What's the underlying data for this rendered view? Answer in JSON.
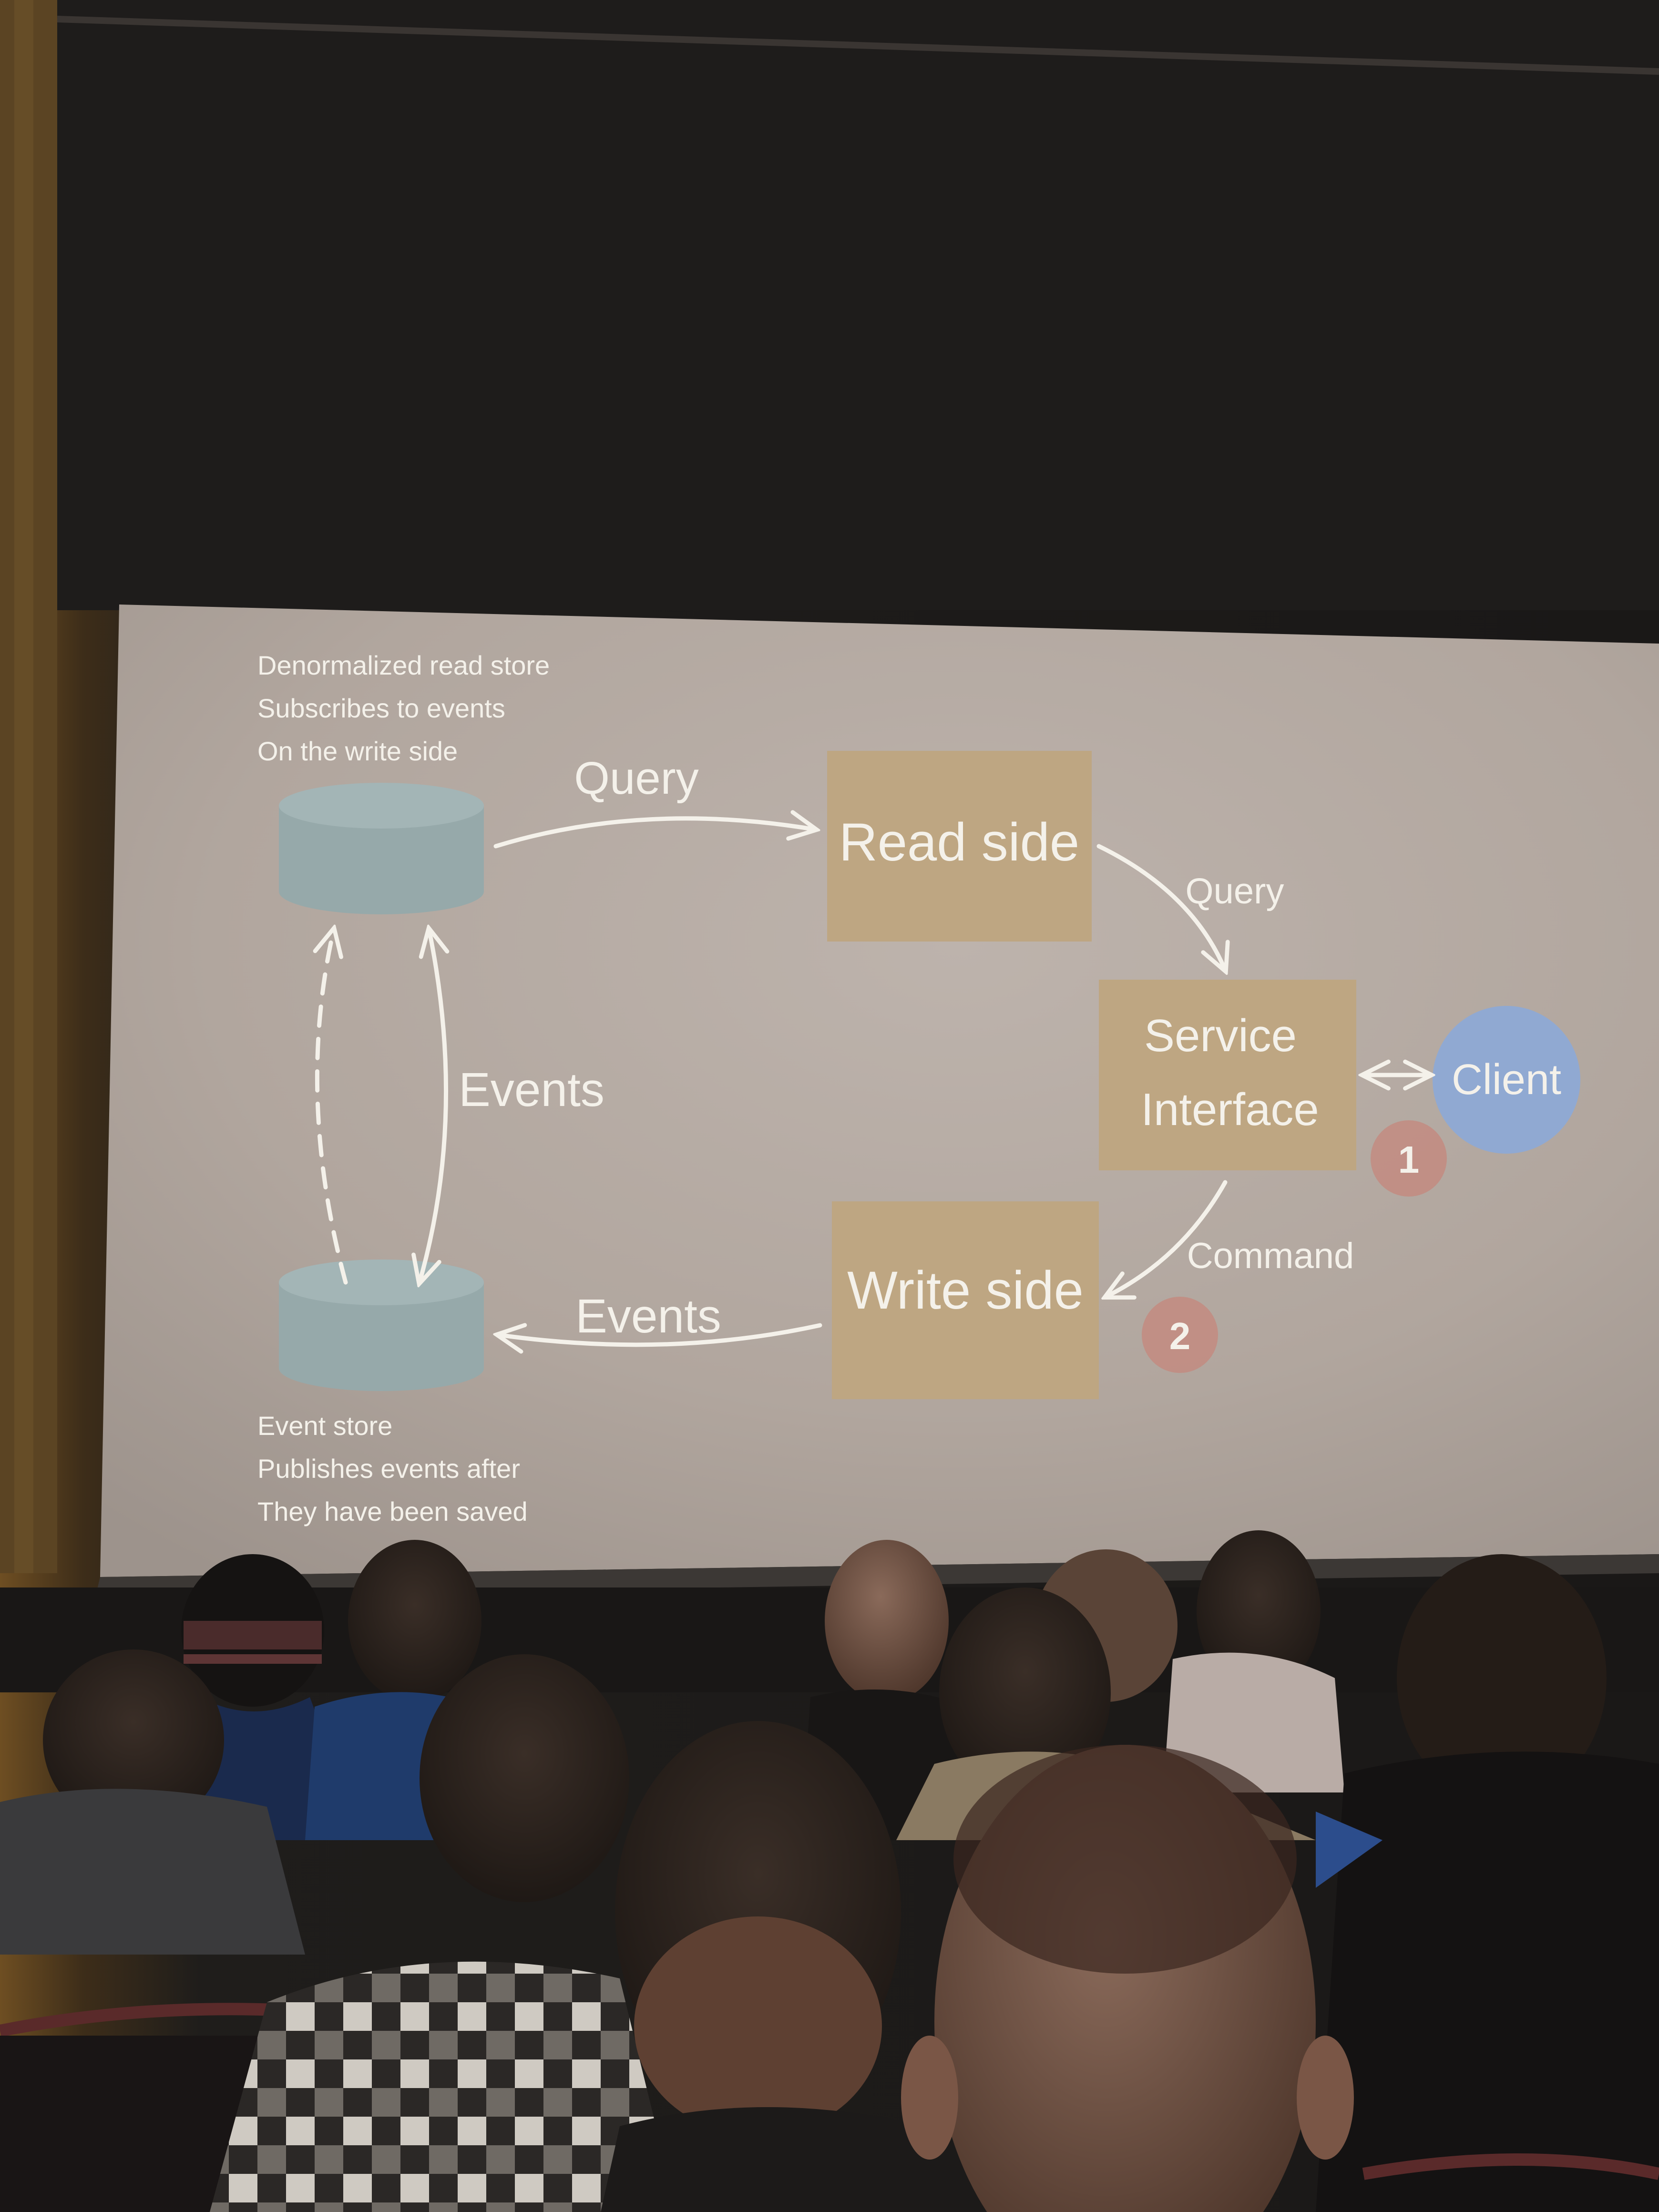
{
  "slide": {
    "read_store_note": [
      "Denormalized read store",
      "Subscribes to events",
      "On the write side"
    ],
    "event_store_note": [
      "Event store",
      "Publishes events after",
      "They have been saved"
    ],
    "read_side": "Read side",
    "write_side": "Write side",
    "service_interface": [
      "Service",
      "Interface"
    ],
    "client": "Client",
    "labels": {
      "query_top": "Query",
      "query_right": "Query",
      "events_vertical": "Events",
      "events_bottom": "Events",
      "command": "Command"
    },
    "step_badges": [
      "1",
      "2"
    ]
  },
  "colors": {
    "slide_bg": "#b3a8a0",
    "box_fill": "#bea682",
    "cylinder_fill": "#96a9aa",
    "client_fill": "#90a9d2",
    "badge_fill": "#c6877c",
    "text": "#f4f1ea"
  }
}
